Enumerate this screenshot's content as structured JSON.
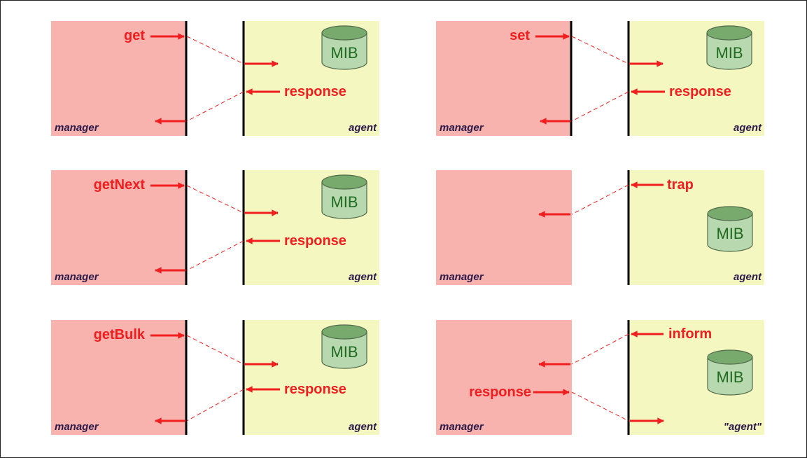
{
  "colors": {
    "manager_fill": "#f8b3ae",
    "agent_fill": "#f4f7c0",
    "message": "#f01e1e",
    "role_label": "#2c1a4a",
    "mib_fill": "#b8d8b0",
    "mib_top": "#78aa6e",
    "mib_text": "#1f6b1f",
    "divider": "#000000"
  },
  "panels": [
    {
      "manager_label": "manager",
      "agent_label": "agent",
      "request": "get",
      "reply": "response",
      "mib": "MIB"
    },
    {
      "manager_label": "manager",
      "agent_label": "agent",
      "request": "set",
      "reply": "response",
      "mib": "MIB"
    },
    {
      "manager_label": "manager",
      "agent_label": "agent",
      "request": "getNext",
      "reply": "response",
      "mib": "MIB"
    },
    {
      "manager_label": "manager",
      "agent_label": "agent",
      "notification": "trap",
      "mib": "MIB"
    },
    {
      "manager_label": "manager",
      "agent_label": "agent",
      "request": "getBulk",
      "reply": "response",
      "mib": "MIB"
    },
    {
      "manager_label": "manager",
      "agent_label": "\"agent\"",
      "notification": "inform",
      "reply": "response",
      "mib": "MIB"
    }
  ]
}
